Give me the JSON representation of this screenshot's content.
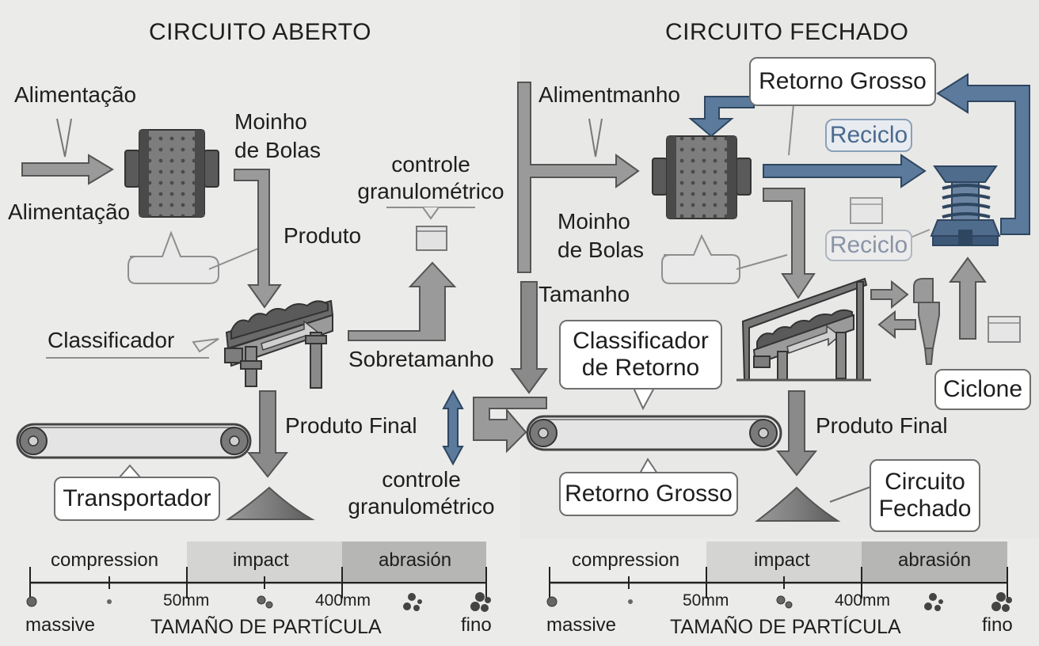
{
  "colors": {
    "background": "#ebebe9",
    "arrow_gray": "#8c8c8c",
    "arrow_blue": "#4b6a8e",
    "machine_dark": "#555555",
    "scale_light": "#d2d2d0",
    "scale_dark": "#b4b4b2"
  },
  "left": {
    "title": "CIRCUITO ABERTO",
    "feed_label_top": "Alimentação",
    "feed_label_bottom": "Alimentação",
    "mill_label_1": "Moinho",
    "mill_label_2": "de Bolas",
    "product_label": "Produto",
    "grading_label_1": "controle",
    "grading_label_2": "granulométrico",
    "classifier_label": "Classificador",
    "oversize_label": "Sobretamanho",
    "final_product_label": "Produto Final",
    "conveyor_label": "Transportador"
  },
  "center": {
    "grading_label_1": "controle",
    "grading_label_2": "granulométrico",
    "size_label": "Tamanho"
  },
  "right": {
    "title": "CIRCUITO FECHADO",
    "feed_label": "Alimentmanho",
    "mill_label_1": "Moinho",
    "mill_label_2": "de Bolas",
    "return_coarse_top": "Retorno Grosso",
    "recycle_1": "Reciclo",
    "recycle_2": "Reciclo",
    "classifier_return_1": "Classificador",
    "classifier_return_2": "de Retorno",
    "cyclone_label": "Ciclone",
    "final_product_label": "Produto Final",
    "return_coarse_bottom": "Retorno Grosso",
    "closed_circuit_1": "Circuito",
    "closed_circuit_2": "Fechado"
  },
  "scale_left": {
    "zones": [
      "compression",
      "impact",
      "abrasión"
    ],
    "ticks": [
      "50mm",
      "400mm"
    ],
    "end_left": "massive",
    "end_right": "fino",
    "axis_title": "TAMAÑO DE PARTÍCULA"
  },
  "scale_right": {
    "zones": [
      "compression",
      "impact",
      "abrasión"
    ],
    "ticks": [
      "50mm",
      "400mm"
    ],
    "end_left": "massive",
    "end_right": "fino",
    "axis_title": "TAMAÑO DE PARTÍCULA"
  }
}
